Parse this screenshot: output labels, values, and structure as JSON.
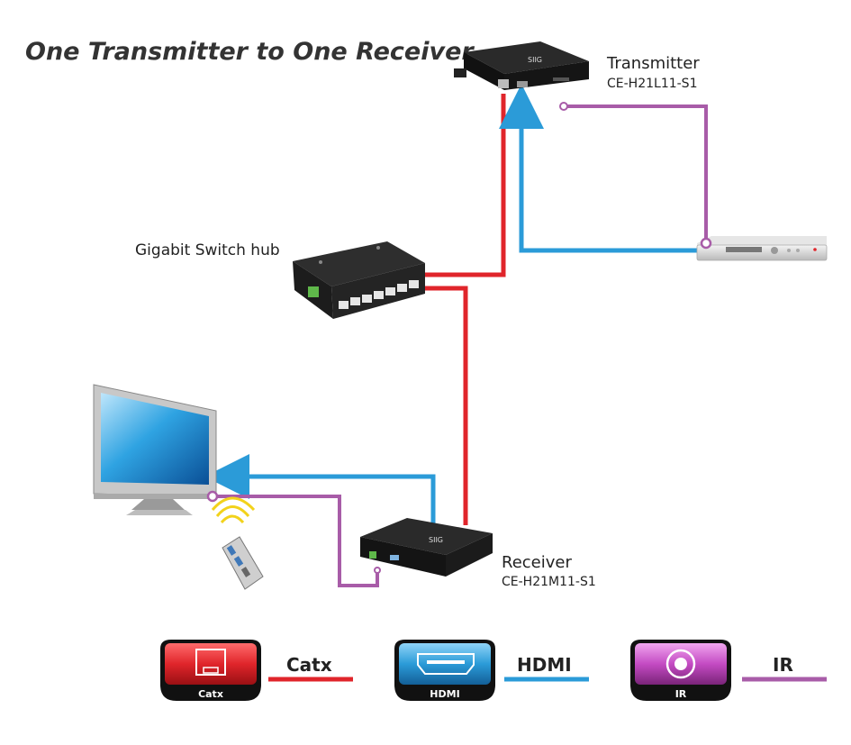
{
  "title": "One Transmitter to One Receiver",
  "devices": {
    "transmitter": {
      "label": "Transmitter",
      "model": "CE-H21L11-S1",
      "brand": "SIIG"
    },
    "receiver": {
      "label": "Receiver",
      "model": "CE-H21M11-S1",
      "brand": "SIIG"
    },
    "switch": {
      "label": "Gigabit Switch hub"
    }
  },
  "legend": [
    {
      "key": "catx",
      "badge": "Catx",
      "label": "Catx",
      "color": "#e0252b",
      "icon": "ethernet-port-icon"
    },
    {
      "key": "hdmi",
      "badge": "HDMI",
      "label": "HDMI",
      "color": "#2b9bd8",
      "icon": "hdmi-port-icon"
    },
    {
      "key": "ir",
      "badge": "IR",
      "label": "IR",
      "color": "#a85ca8",
      "icon": "ir-port-icon"
    }
  ],
  "colors": {
    "catx": "#e0252b",
    "hdmi": "#2b9bd8",
    "ir": "#a85ca8",
    "device_body": "#1f1f1f"
  }
}
